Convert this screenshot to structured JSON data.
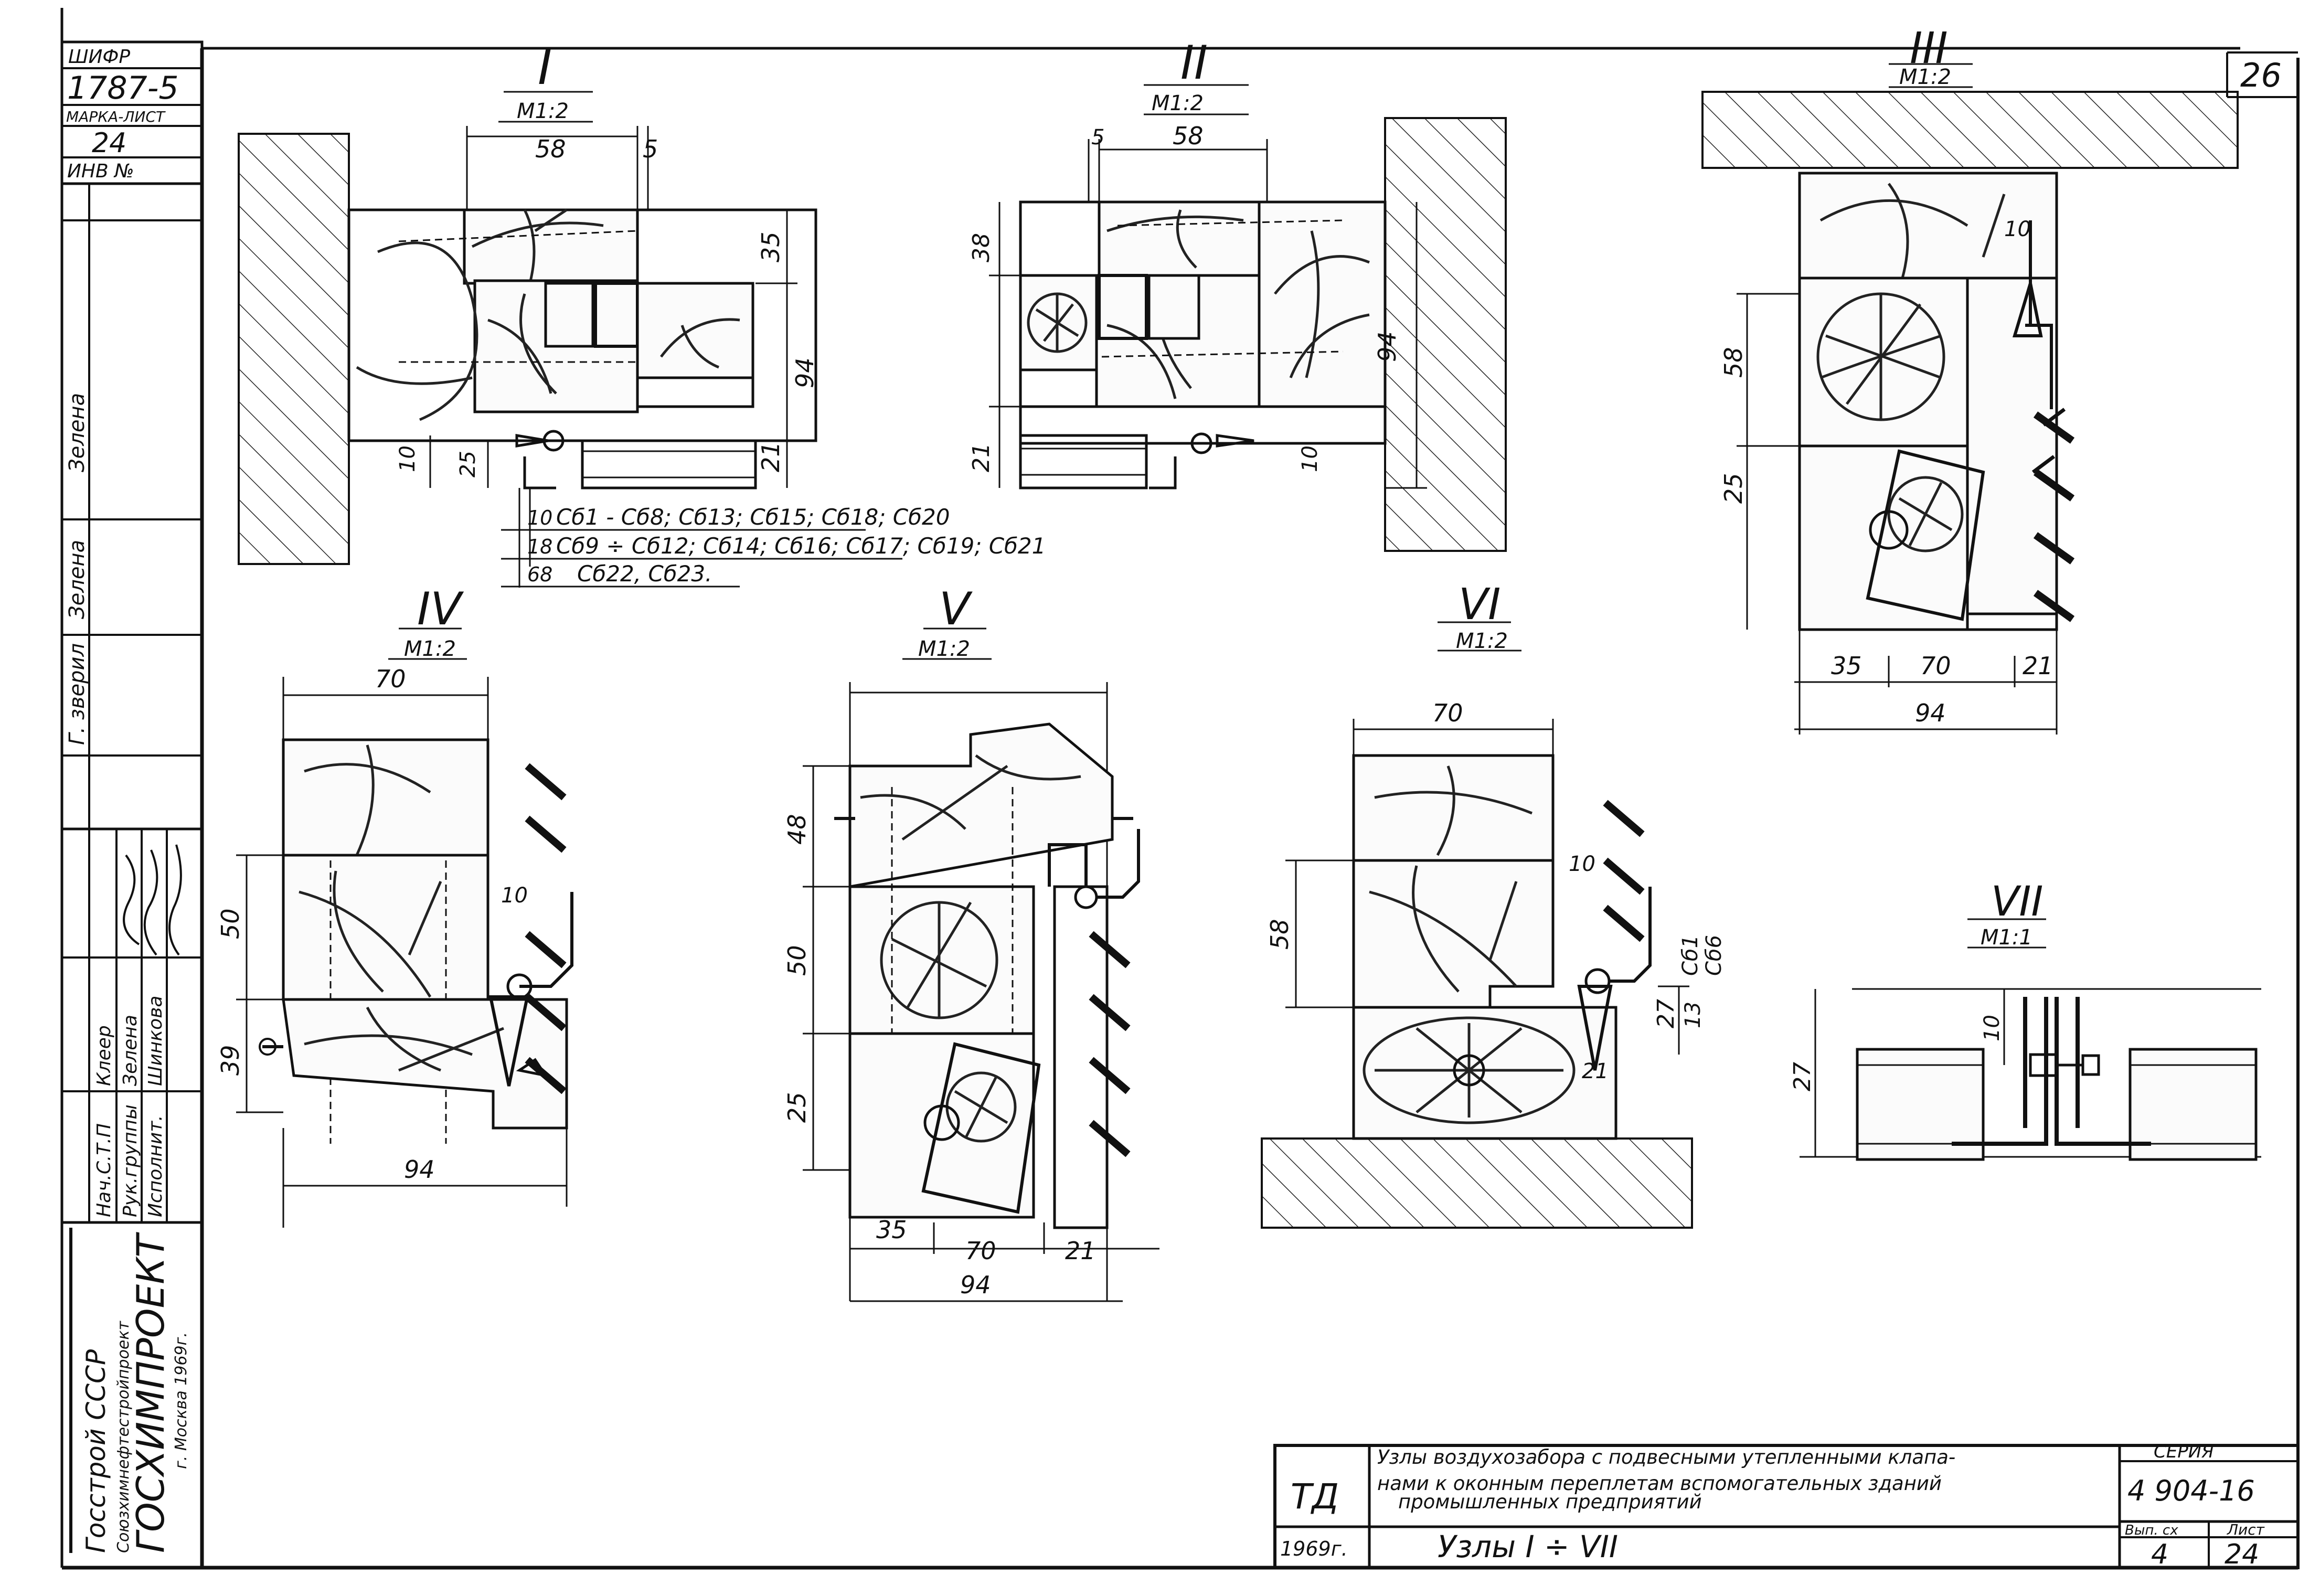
{
  "stamp": {
    "shifr_label": "ШИФР",
    "shifr_value": "1787-5",
    "marka_label": "МАРКА-ЛИСТ",
    "marka_value": "24",
    "inv_label": "ИНВ №",
    "sheet_number": "26"
  },
  "side_signatures": {
    "sig1": "Зелена",
    "role2": "Зелена",
    "role3": "Г. зверил",
    "rows": [
      {
        "role": "Нач.С.Т.П",
        "name": "Клеер"
      },
      {
        "role": "Рук.группы",
        "name": "Зелена"
      },
      {
        "role": "Исполнит.",
        "name": "Шинкова"
      }
    ]
  },
  "org": {
    "line1": "Госстрой СССР",
    "line2": "Союзхимнефтестройпроект",
    "line3": "ГОСХИМПРОЕКТ",
    "line4": "г. Москва 1969г."
  },
  "nodes": {
    "n1": {
      "roman": "I",
      "scale": "М1:2"
    },
    "n2": {
      "roman": "II",
      "scale": "М1:2"
    },
    "n3": {
      "roman": "III",
      "scale": "М1:2"
    },
    "n4": {
      "roman": "IV",
      "scale": "М1:2"
    },
    "n5": {
      "roman": "V",
      "scale": "М1:2"
    },
    "n6": {
      "roman": "VI",
      "scale": "М1:2"
    },
    "n7": {
      "roman": "VII",
      "scale": "М1:1"
    }
  },
  "dims": {
    "n1": {
      "w58": "58",
      "w5": "5",
      "h35": "35",
      "h94": "94",
      "h21": "21",
      "h25": "25",
      "h10": "10"
    },
    "n2": {
      "w5": "5",
      "w58": "58",
      "h38": "38",
      "h94": "94",
      "h21": "21",
      "h10": "10"
    },
    "n3": {
      "h58": "58",
      "h25": "25",
      "h10": "10",
      "w35": "35",
      "w70": "70",
      "w21": "21",
      "w94": "94"
    },
    "n4": {
      "w70": "70",
      "h50": "50",
      "h39": "39",
      "h10": "10",
      "w94": "94"
    },
    "n5": {
      "h48": "48",
      "h50": "50",
      "h25": "25",
      "w35": "35",
      "w70": "70",
      "w21": "21",
      "w94": "94"
    },
    "n6": {
      "w70": "70",
      "h58": "58",
      "h10": "10",
      "h27": "27",
      "h13": "13",
      "l1": "Сб1",
      "l2": "Сб6",
      "w21": "21"
    },
    "n7": {
      "h27": "27",
      "h10": "10"
    }
  },
  "legend": [
    {
      "num": "10",
      "text": "Сб1 - Сб8; Сб13; Сб15; Сб18; Сб20"
    },
    {
      "num": "18",
      "text": "Сб9 ÷ Сб12; Сб14; Сб16; Сб17; Сб19; Сб21"
    },
    {
      "num": "68",
      "text": "Сб22, Сб23."
    }
  ],
  "title_block": {
    "td": "ТД",
    "year": "1969г.",
    "desc_line1": "Узлы воздухозабора с подвесными утепленными клапа-",
    "desc_line2": "нами к оконным переплетам вспомогательных зданий",
    "desc_line3": "промышленных предприятий",
    "sheet_title": "Узлы I ÷ VII",
    "series_label": "СЕРИЯ",
    "series_value": "4 904-16",
    "vyp_label": "Вып. сх",
    "vyp_value": "4",
    "list_label": "Лист",
    "list_value": "24"
  }
}
